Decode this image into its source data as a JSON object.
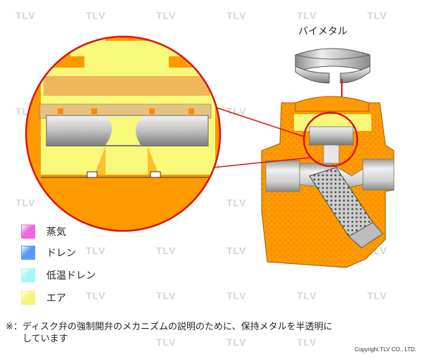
{
  "watermark": "TLV",
  "part_label": "バイメタル",
  "legend": [
    {
      "label": "蒸気",
      "color": "#ee66dd"
    },
    {
      "label": "ドレン",
      "color": "#5599ff"
    },
    {
      "label": "低温ドレン",
      "color": "#aaf5f5"
    },
    {
      "label": "エア",
      "color": "#f4f47a"
    }
  ],
  "note": {
    "prefix": "※：",
    "line1": "ディスク弁の強制開弁のメカニズムの説明のために、保持メタルを半透明に",
    "line2": "しています"
  },
  "copyright": "Copyright TLV CO., LTD.",
  "colors": {
    "body_orange": "#ff9900",
    "air_yellow": "#f8f87a",
    "callout_red": "#dd1111",
    "metal_gray": "#b8b8b8"
  }
}
